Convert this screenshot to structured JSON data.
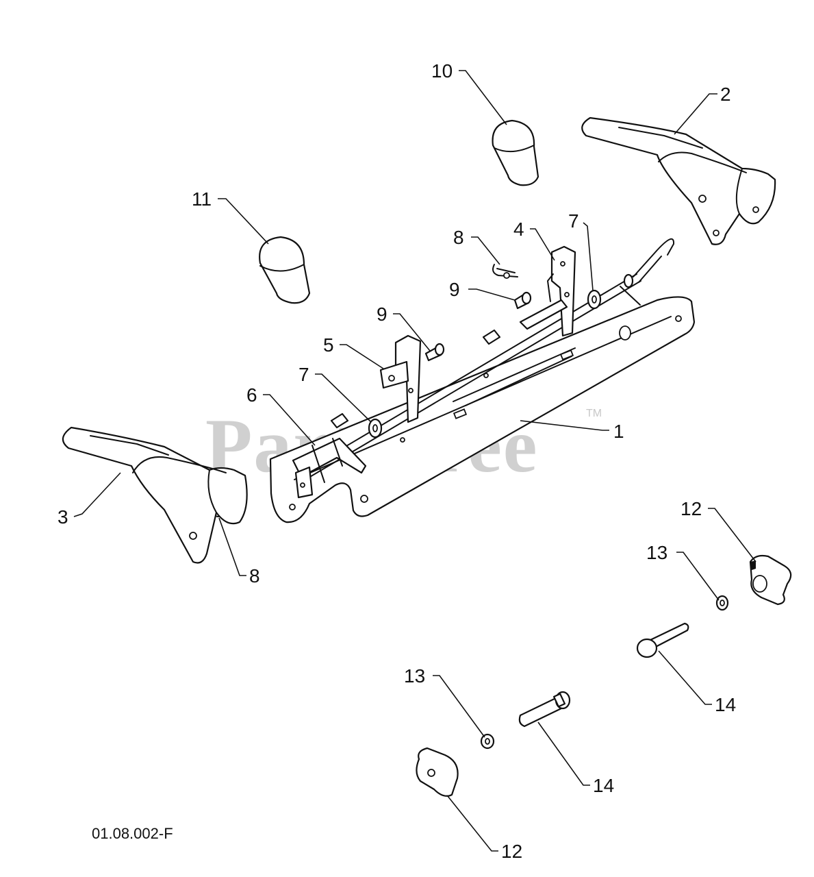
{
  "diagram": {
    "drawing_code": "01.08.002-F",
    "watermark": "PartsTree",
    "watermark_mark": "TM",
    "callouts": [
      {
        "id": "c-10",
        "label": "10"
      },
      {
        "id": "c-2",
        "label": "2"
      },
      {
        "id": "c-11",
        "label": "11"
      },
      {
        "id": "c-8-top",
        "label": "8"
      },
      {
        "id": "c-4",
        "label": "4"
      },
      {
        "id": "c-7-right",
        "label": "7"
      },
      {
        "id": "c-9-right",
        "label": "9"
      },
      {
        "id": "c-9-left",
        "label": "9"
      },
      {
        "id": "c-5",
        "label": "5"
      },
      {
        "id": "c-7-left",
        "label": "7"
      },
      {
        "id": "c-6",
        "label": "6"
      },
      {
        "id": "c-1",
        "label": "1"
      },
      {
        "id": "c-3",
        "label": "3"
      },
      {
        "id": "c-8-bottom",
        "label": "8"
      },
      {
        "id": "c-12-right",
        "label": "12"
      },
      {
        "id": "c-13-right",
        "label": "13"
      },
      {
        "id": "c-14-right",
        "label": "14"
      },
      {
        "id": "c-13-left",
        "label": "13"
      },
      {
        "id": "c-14-left",
        "label": "14"
      },
      {
        "id": "c-12-left",
        "label": "12"
      }
    ]
  }
}
